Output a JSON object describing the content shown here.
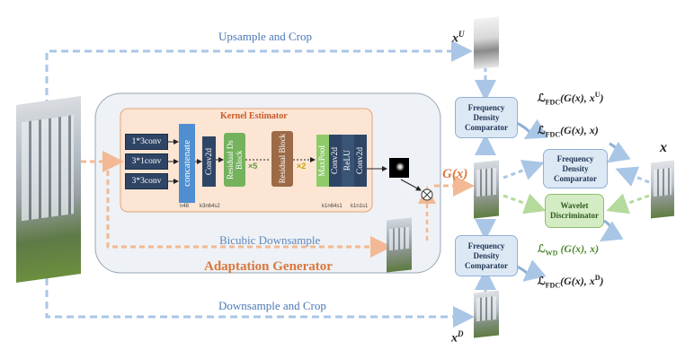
{
  "routes": {
    "upsample": "Upsample and Crop",
    "downsample": "Downsample and Crop",
    "bicubic": "Bicubic Downsample"
  },
  "generator": {
    "title": "Adaptation Generator"
  },
  "kernel_estimator": {
    "title": "Kernel Estimator",
    "convs": [
      "1*3conv",
      "3*1conv",
      "3*3conv"
    ],
    "concat": "concatenate",
    "conv2d": "Conv2d",
    "residual_ds": "Residual Ds Block",
    "times5": "×5",
    "residual": "Residual Block",
    "times2": "×2",
    "maxpool": "MaxPool",
    "conv2d_b": "Conv2d",
    "relu": "ReLU",
    "conv2d_c": "Conv2d",
    "p_n48": "n48",
    "p_k3n64s2": "k3n64s2",
    "p_k1n64s1": "k1n64s1",
    "p_k1n1s1": "k1n1s1"
  },
  "images": {
    "xU": "x",
    "xU_sup": "U",
    "xD": "x",
    "xD_sup": "D",
    "x": "x"
  },
  "gx": "G(x)",
  "comparators": {
    "fdc": "Frequency Density Comparator",
    "wave": "Wavelet Discriminator"
  },
  "losses": {
    "l1_a": "ℒ",
    "l1_sub": "FDC",
    "l1_b": "(G(x), x",
    "l1_sup": "U",
    "l1_c": ")",
    "l2_a": "ℒ",
    "l2_sub": "FDC",
    "l2_b": "(G(x), x)",
    "l3_a": "ℒ",
    "l3_sub": "WD",
    "l3_b": "(G(x), x)",
    "l4_a": "ℒ",
    "l4_sub": "FDC",
    "l4_b": "(G(x), x",
    "l4_sup": "D",
    "l4_c": ")"
  },
  "colors": {
    "blue_dash": "#a9c6e6",
    "orange_dash": "#f2b994",
    "green_dash": "#b4da9c",
    "generator_bg": "#eef1f5",
    "kernel_bg": "#fde5d3"
  }
}
